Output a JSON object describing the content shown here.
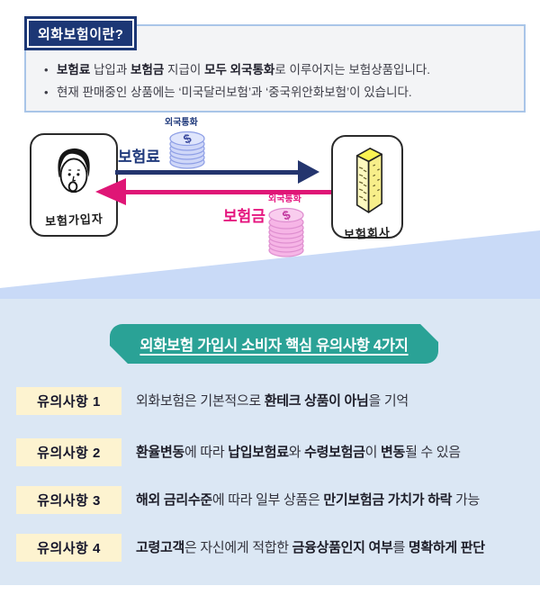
{
  "palette": {
    "navy": "#1c3775",
    "arrow_navy": "#24356e",
    "pink": "#e5157f",
    "arrow_pink": "#df1676",
    "teal": "#2aa296",
    "info_box_bg": "#f3f4f6",
    "info_box_border": "#a9c5e8",
    "wedge_blue": "#c9daf7",
    "lower_panel_blue": "#dbe7f4",
    "badge_cream": "#fdf3d0",
    "coin_blue": "#cfd7f8",
    "coin_pink": "#f6b5e6",
    "building_yellow": "#fbf352"
  },
  "header": {
    "title": "외화보험이란?",
    "bullets": [
      {
        "segments": [
          {
            "t": "보험료",
            "b": 1
          },
          {
            "t": " 납입과 ",
            "b": 0
          },
          {
            "t": "보험금",
            "b": 1
          },
          {
            "t": " 지급이 ",
            "b": 0
          },
          {
            "t": "모두 외국통화",
            "b": 1
          },
          {
            "t": "로 이루어지는 보험상품입니다.",
            "b": 0
          }
        ]
      },
      {
        "segments": [
          {
            "t": "현재 판매중인 상품에는 ‘미국달러보험’과 ‘중국위안화보험’이 있습니다.",
            "b": 0
          }
        ]
      }
    ]
  },
  "diagram": {
    "policyholder_label": "보험가입자",
    "insurer_label": "보험회사",
    "premium_label": "보험료",
    "benefit_label": "보험금",
    "premium_currency_label": "외국통화",
    "benefit_currency_label": "외국통화",
    "currency_symbol": "$"
  },
  "notice": {
    "heading": "외화보험 가입시 소비자 핵심 유의사항 4가지",
    "items": [
      {
        "badge": "유의사항 1",
        "segments": [
          {
            "t": "외화보험은 기본적으로 ",
            "b": 0
          },
          {
            "t": "환테크 상품이 아님",
            "b": 1
          },
          {
            "t": "을 기억",
            "b": 0
          }
        ]
      },
      {
        "badge": "유의사항 2",
        "segments": [
          {
            "t": "환율변동",
            "b": 1
          },
          {
            "t": "에 따라 ",
            "b": 0
          },
          {
            "t": "납입보험료",
            "b": 1
          },
          {
            "t": "와 ",
            "b": 0
          },
          {
            "t": "수령보험금",
            "b": 1
          },
          {
            "t": "이 ",
            "b": 0
          },
          {
            "t": "변동",
            "b": 1
          },
          {
            "t": "될 수 있음",
            "b": 0
          }
        ]
      },
      {
        "badge": "유의사항 3",
        "segments": [
          {
            "t": "해외 금리수준",
            "b": 1
          },
          {
            "t": "에 따라 일부 상품은 ",
            "b": 0
          },
          {
            "t": "만기보험금 가치가 하락",
            "b": 1
          },
          {
            "t": " 가능",
            "b": 0
          }
        ]
      },
      {
        "badge": "유의사항 4",
        "segments": [
          {
            "t": "고령고객",
            "b": 1
          },
          {
            "t": "은 자신에게 적합한 ",
            "b": 0
          },
          {
            "t": "금융상품인지 여부",
            "b": 1
          },
          {
            "t": "를 ",
            "b": 0
          },
          {
            "t": "명확하게 판단",
            "b": 1
          }
        ]
      }
    ]
  }
}
